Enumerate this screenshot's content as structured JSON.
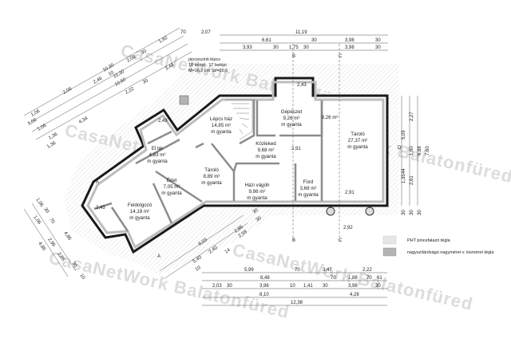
{
  "watermark": "CasaNetWork Balatonfüred",
  "stair_note": [
    "pinceszinti lépcs",
    "18 felépi . 17 belépi",
    "M=16,2 cm Sz=30,6"
  ],
  "rooms": [
    {
      "name": "Lépcs ház",
      "area": "14,85 m²",
      "floor": "m  gyanta"
    },
    {
      "name": "Gépészet",
      "area": "9,26 m²",
      "floor": "m  gyanta"
    },
    {
      "name": "Tároló",
      "area": "27,37 m²",
      "floor": "m  gyanta"
    },
    {
      "name": "Közleked",
      "area": "9,68 m²",
      "floor": "m  gyanta"
    },
    {
      "name": "Házi vágóh",
      "area": "9,98 m²",
      "floor": "m  gyanta"
    },
    {
      "name": "Fürd",
      "area": "3,68 m²",
      "floor": "m  gyanta"
    },
    {
      "name": "Tároló",
      "area": "8,89 m²",
      "floor": "m  gyanta"
    },
    {
      "name": "Érlel",
      "area": "7,05 m²",
      "floor": "m  gyanta"
    },
    {
      "name": "El tér",
      "area": "4,83 m²",
      "floor": "m  gyanta"
    },
    {
      "name": "Feldolgozó",
      "area": "14,18 m²",
      "floor": "m  gyanta"
    }
  ],
  "extra_area": "9,26 m²",
  "levels": [
    "2,43",
    "2,43",
    "2,91",
    "2,91",
    "2,92",
    "2,43"
  ],
  "section_marks": [
    "A",
    "A",
    "B",
    "B",
    "C",
    "C",
    "D"
  ],
  "dims_top": [
    "2,07",
    "11,19",
    "6,61",
    "30",
    "3,98",
    "30",
    "3,93",
    "30",
    "1,75",
    "30",
    "3,98",
    "30",
    "70",
    "1,92"
  ],
  "dims_left_upper": [
    "10,30",
    "10,30",
    "10,60",
    "2,46",
    "2,06",
    "2,08",
    "2,22",
    "3,44",
    "4,34",
    "1,06",
    "1,06",
    "1,06",
    "1,36",
    "1,36",
    "30",
    "30",
    "10"
  ],
  "dims_right": [
    "5,09",
    "2,27",
    "6,88",
    "7,60",
    "1,60",
    "2,61",
    "1,35",
    "44",
    "30",
    "30",
    "30"
  ],
  "dims_left_lower": [
    "1,06",
    "1,06",
    "2,96",
    "4,86",
    "4,86",
    "2,86",
    "30",
    "70",
    "30",
    "10"
  ],
  "dims_lower_diag": [
    "6,03",
    "2,40",
    "5,40",
    "2,86",
    "2,58",
    "14",
    "10",
    "30",
    "30"
  ],
  "dims_bottom": {
    "row1": [
      "5,99",
      "70",
      "3,47",
      "2,22"
    ],
    "row2": [
      "8,48",
      "70",
      "1,88",
      "70",
      "61"
    ],
    "row3": [
      "2,03",
      "30",
      "3,96",
      "10",
      "1,41",
      "30",
      "3,98",
      "30"
    ],
    "row4": [
      "8,10",
      "4,28"
    ],
    "row5": [
      "12,38"
    ]
  },
  "legend": [
    {
      "label": "PHT pincefalazó tégla",
      "color": "#e6e6e6"
    },
    {
      "label": "nagyszilárdságú nagyméret  v. kisméret  tégla",
      "color": "#b3b3b3"
    }
  ],
  "colors": {
    "wall_outer": "#1a1a1a",
    "wall_fill": "#bdbdbd",
    "hatch": "#cfcfcf"
  }
}
